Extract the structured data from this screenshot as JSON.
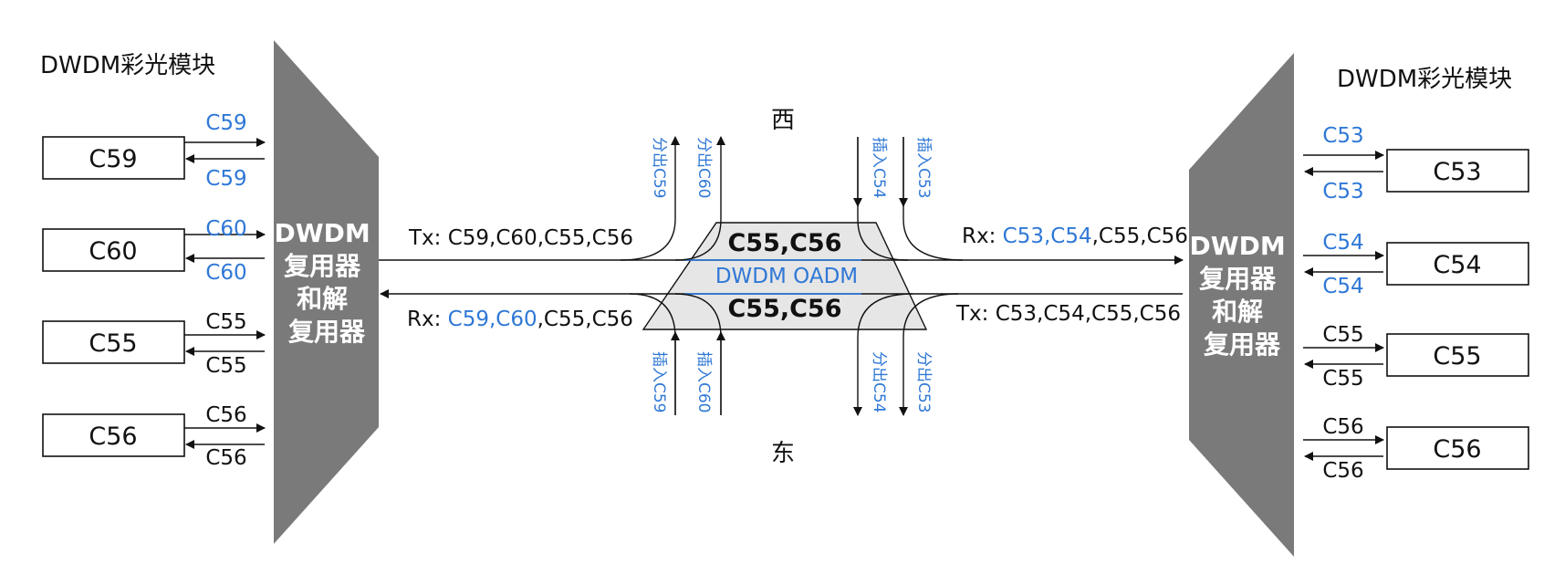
{
  "left": {
    "title": "DWDM彩光模块",
    "mux_lines": [
      "DWDM",
      "复用器",
      "和解",
      "复用器"
    ],
    "modules": [
      {
        "label": "C59",
        "tx": "C59",
        "rx": "C59",
        "color": "#2f78d6"
      },
      {
        "label": "C60",
        "tx": "C60",
        "rx": "C60",
        "color": "#2f78d6"
      },
      {
        "label": "C55",
        "tx": "C55",
        "rx": "C55",
        "color": "#111111"
      },
      {
        "label": "C56",
        "tx": "C56",
        "rx": "C56",
        "color": "#111111"
      }
    ]
  },
  "right": {
    "title": "DWDM彩光模块",
    "mux_lines": [
      "DWDM",
      "复用器",
      "和解",
      "复用器"
    ],
    "modules": [
      {
        "label": "C53",
        "tx": "C53",
        "rx": "C53",
        "color": "#2f78d6"
      },
      {
        "label": "C54",
        "tx": "C54",
        "rx": "C54",
        "color": "#2f78d6"
      },
      {
        "label": "C55",
        "tx": "C55",
        "rx": "C55",
        "color": "#111111"
      },
      {
        "label": "C56",
        "tx": "C56",
        "rx": "C56",
        "color": "#111111"
      }
    ]
  },
  "links": {
    "left_tx_prefix": "Tx: ",
    "left_tx_channels": "C59,C60,C55,C56",
    "left_rx_prefix": "Rx: ",
    "left_rx_blue": "C59,C60",
    "left_rx_rest": ",C55,C56",
    "right_rx_prefix": "Rx: ",
    "right_rx_blue1": "C53",
    "right_rx_comma": ",",
    "right_rx_blue2": "C54",
    "right_rx_rest": ",C55,C56",
    "right_tx_prefix": "Tx: ",
    "right_tx_channels": "C53,C54,C55,C56"
  },
  "oadm": {
    "label": "DWDM OADM",
    "top_pass": "C55,C56",
    "bottom_pass": "C55,C56",
    "west": "西",
    "east": "东",
    "drop_c59": "分出C59",
    "drop_c60": "分出C60",
    "add_c54": "插入C54",
    "add_c53": "插入C53",
    "add_c59": "插入C59",
    "add_c60": "插入C60",
    "drop_c54": "分出C54",
    "drop_c53": "分出C53"
  },
  "colors": {
    "mux_fill": "#7a7a7a",
    "oadm_fill": "#e6e6e6",
    "accent_blue": "#2f78d6",
    "line": "#111111"
  }
}
